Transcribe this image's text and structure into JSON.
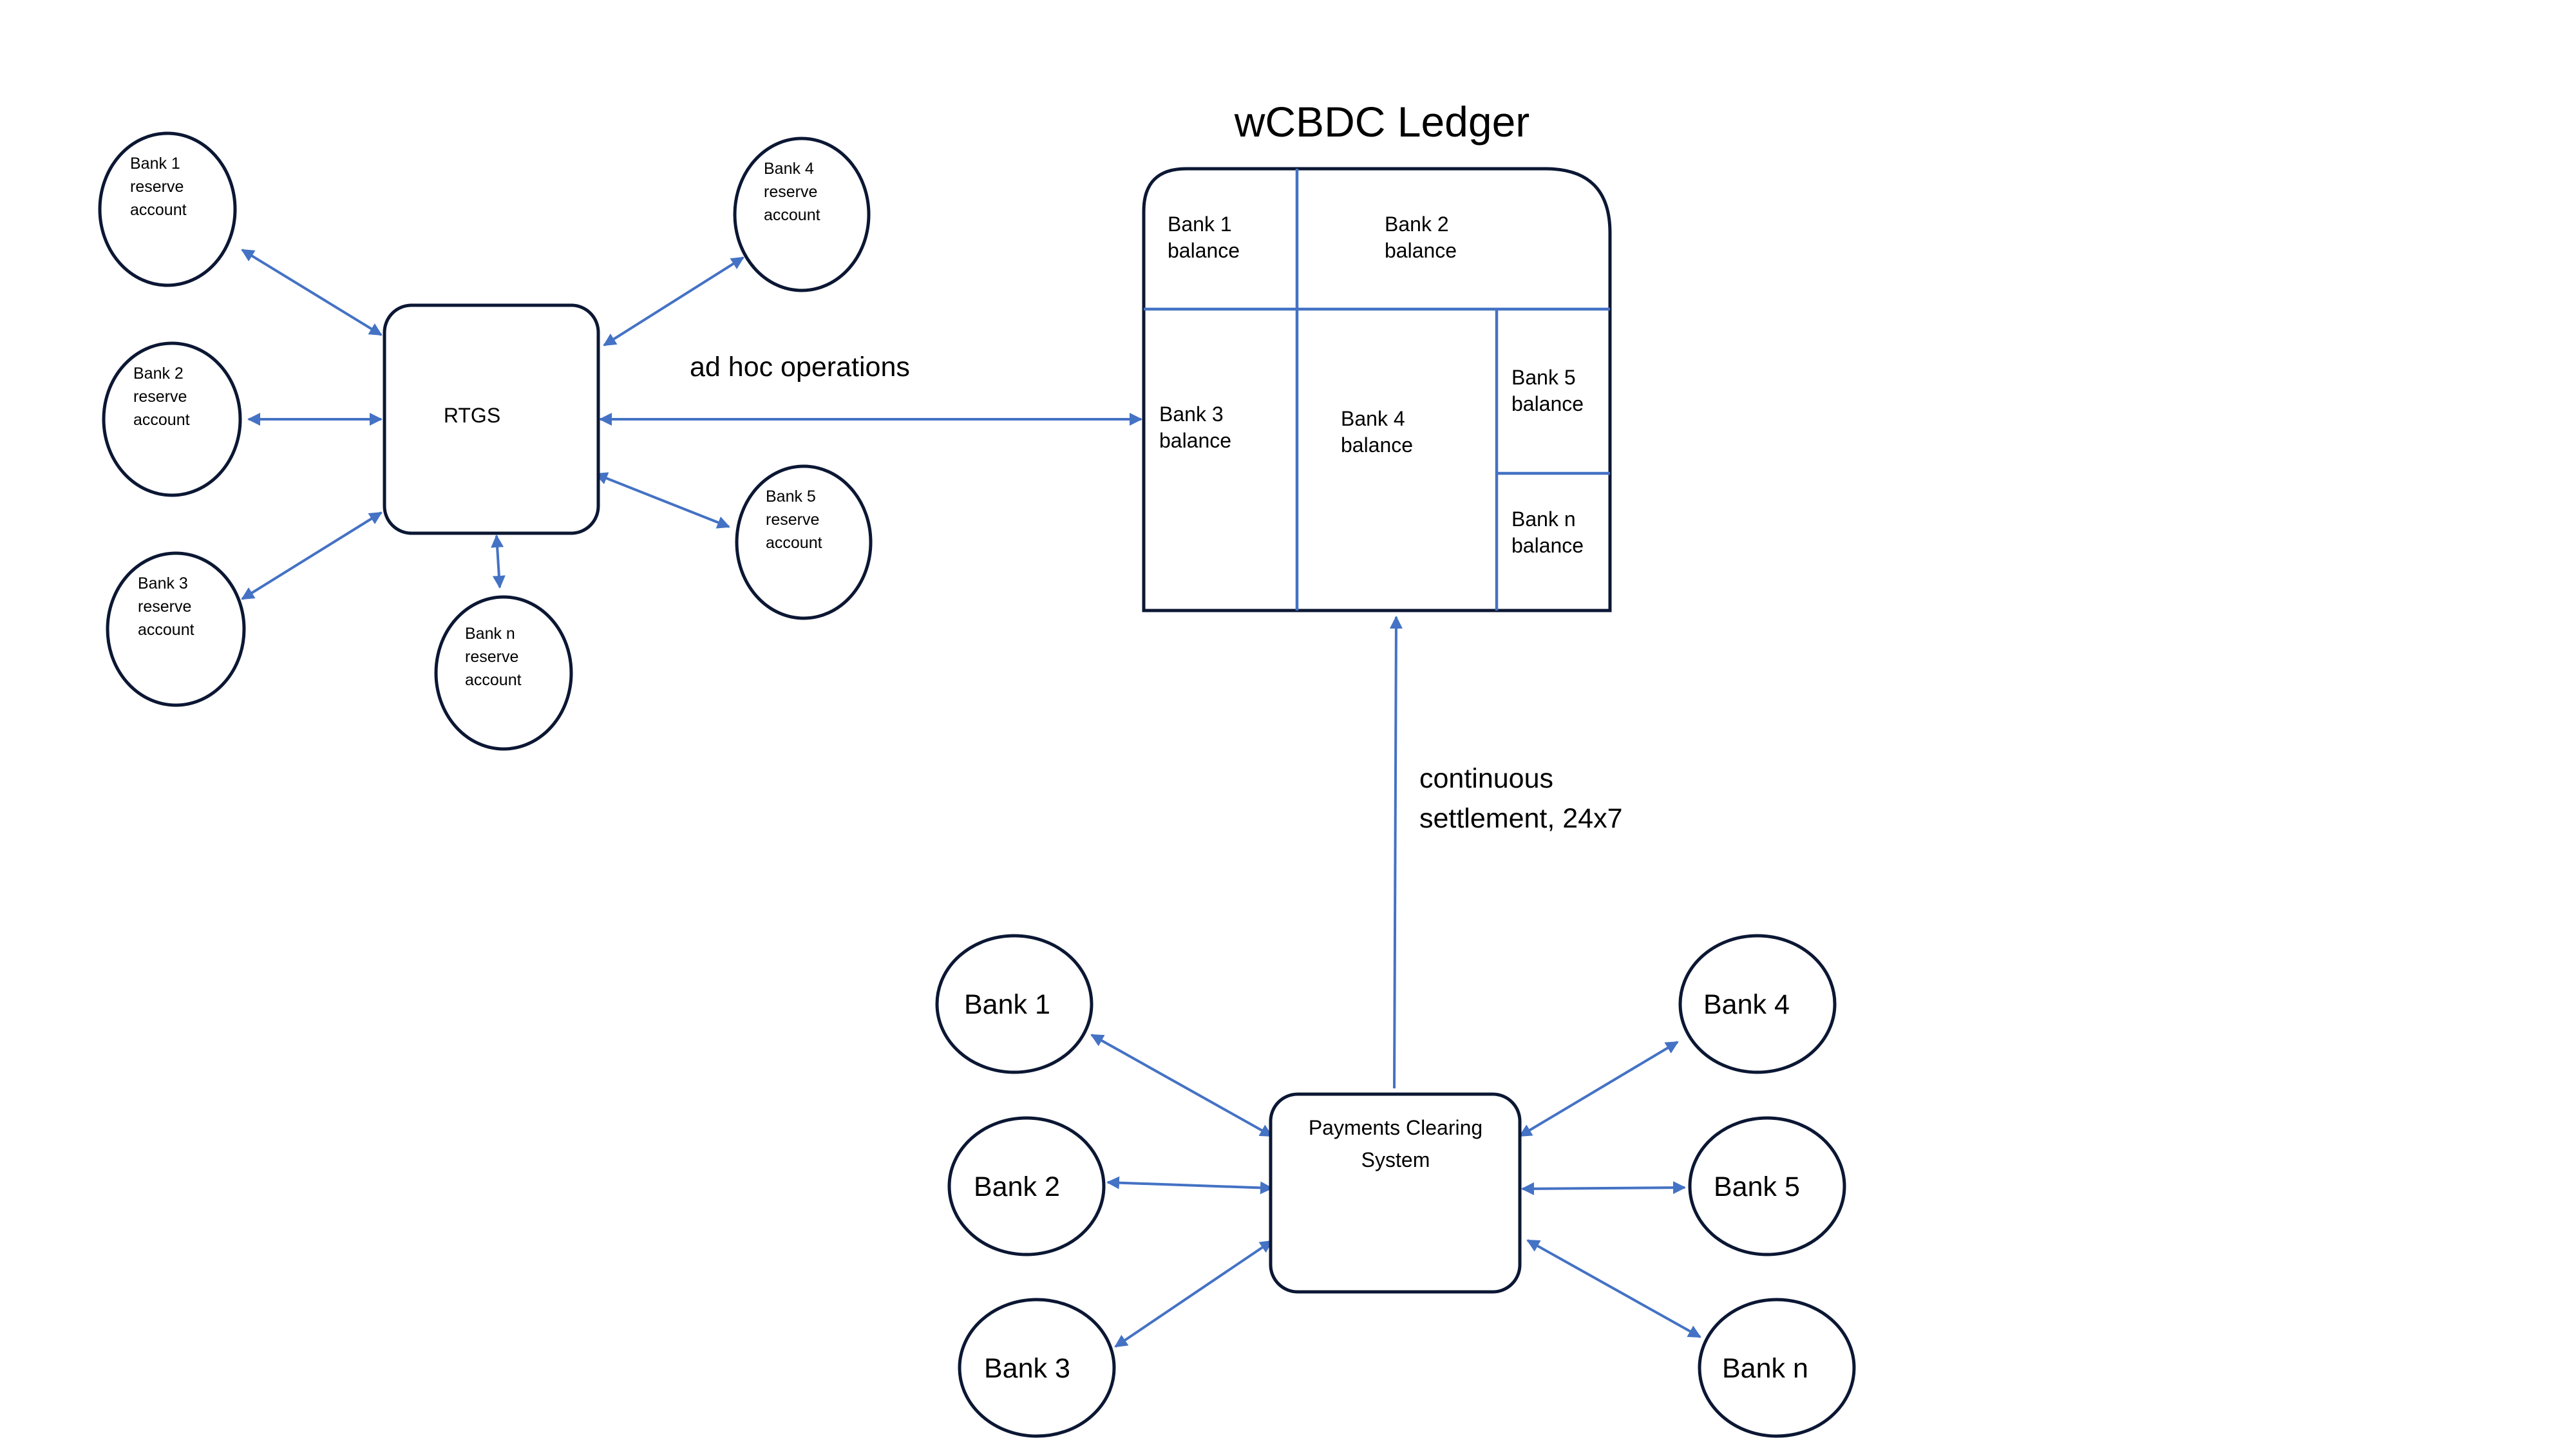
{
  "colors": {
    "edge": "#4472c4",
    "node_stroke": "#0b1733",
    "background": "#ffffff"
  },
  "ledger": {
    "title": "wCBDC Ledger",
    "cells": {
      "bank1": [
        "Bank 1",
        "balance"
      ],
      "bank2": [
        "Bank 2",
        "balance"
      ],
      "bank3": [
        "Bank 3",
        "balance"
      ],
      "bank4": [
        "Bank 4",
        "balance"
      ],
      "bank5": [
        "Bank 5",
        "balance"
      ],
      "bankn": [
        "Bank n",
        "balance"
      ]
    }
  },
  "rtgs": {
    "label": "RTGS",
    "reserve_accounts": {
      "bank1": [
        "Bank 1",
        "reserve",
        "account"
      ],
      "bank2": [
        "Bank 2",
        "reserve",
        "account"
      ],
      "bank3": [
        "Bank 3",
        "reserve",
        "account"
      ],
      "bank4": [
        "Bank 4",
        "reserve",
        "account"
      ],
      "bank5": [
        "Bank 5",
        "reserve",
        "account"
      ],
      "bankn": [
        "Bank n",
        "reserve",
        "account"
      ]
    }
  },
  "pcs": {
    "label_lines": [
      "Payments Clearing",
      "System"
    ],
    "banks": {
      "bank1": "Bank 1",
      "bank2": "Bank 2",
      "bank3": "Bank 3",
      "bank4": "Bank 4",
      "bank5": "Bank 5",
      "bankn": "Bank n"
    }
  },
  "edge_labels": {
    "adhoc": "ad hoc operations",
    "settlement": [
      "continuous",
      "settlement, 24x7"
    ]
  }
}
